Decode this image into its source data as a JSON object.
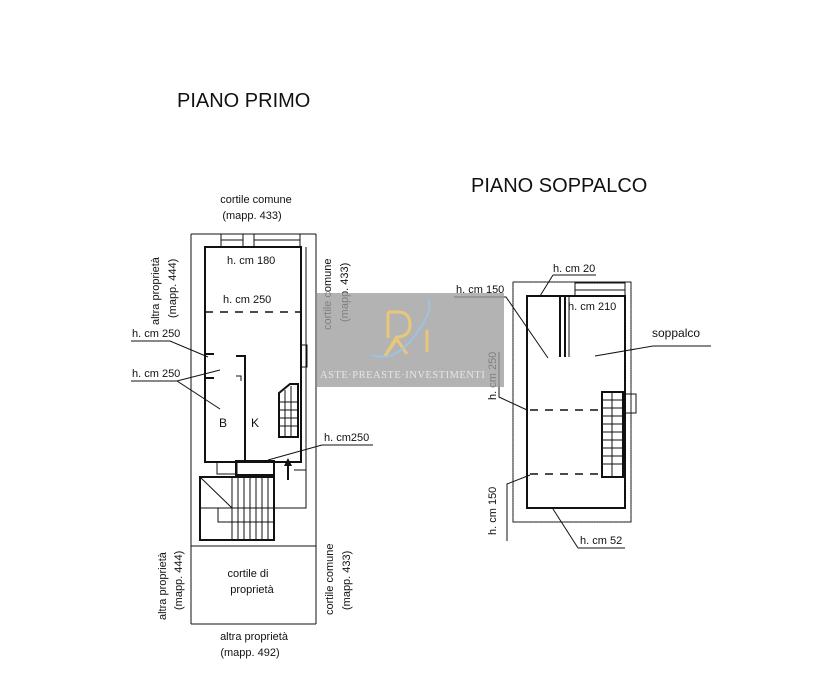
{
  "plans": [
    {
      "title": "PIANO PRIMO",
      "labels": {
        "top_line1": "cortile comune",
        "top_line2": "(mapp. 433)",
        "left_upper_line1": "altra proprietà",
        "left_upper_line2": "(mapp. 444)",
        "right_upper_line1": "cortile comune",
        "right_upper_line2": "(mapp. 433)",
        "height_180": "h. cm 180",
        "height_250_top": "h. cm 250",
        "height_250_left_a": "h. cm 250",
        "height_250_left_b": "h. cm 250",
        "height_250_right": "h. cm250",
        "room_b": "B",
        "room_k": "K",
        "courtyard_line1": "cortile di",
        "courtyard_line2": "proprietà",
        "left_lower_line1": "altra proprietà",
        "left_lower_line2": "(mapp. 444)",
        "right_lower_line1": "cortile comune",
        "right_lower_line2": "(mapp. 433)",
        "bottom_line1": "altra proprietà",
        "bottom_line2": "(mapp. 492)"
      }
    },
    {
      "title": "PIANO SOPPALCO",
      "labels": {
        "height_20": "h. cm 20",
        "height_150_top": "h. cm 150",
        "height_210": "h. cm 210",
        "soppalco": "soppalco",
        "height_250_vert": "h. cm 250",
        "height_150_vert": "h. cm 150",
        "height_52": "h. cm 52"
      }
    }
  ],
  "watermark": {
    "text": "ASTE·PREASTE·INVESTIMENTI",
    "logo": "RI-monogram",
    "colors": {
      "box": "#9e9e9e",
      "gold": "#e8c77a",
      "blue": "#9ec3e6",
      "text": "#e6e6e6"
    }
  }
}
